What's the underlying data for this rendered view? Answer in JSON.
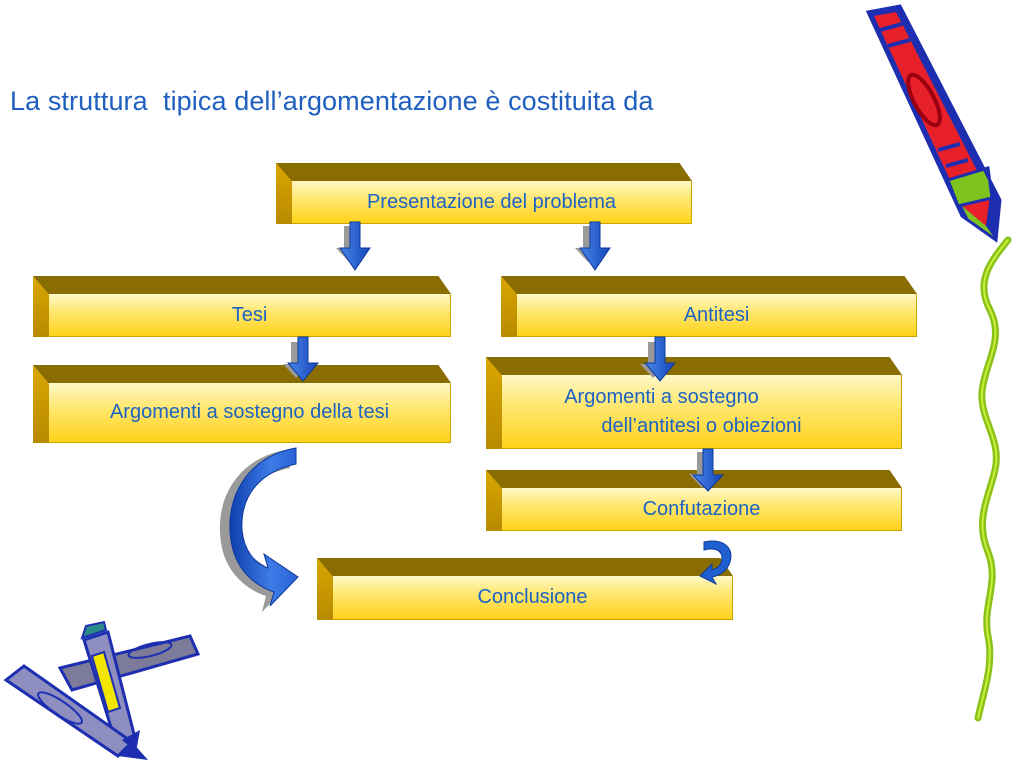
{
  "title": "La struttura  tipica dell’argomentazione è costituita da",
  "boxes": {
    "presentazione": "Presentazione del problema",
    "tesi": "Tesi",
    "antitesi": "Antitesi",
    "argomenti_tesi": "Argomenti a sostegno della tesi",
    "argomenti_antitesi_line1": "Argomenti a sostegno",
    "argomenti_antitesi_line2": "dell’antitesi o obiezioni",
    "confutazione": "Confutazione",
    "conclusione": "Conclusione"
  },
  "colors": {
    "text": "#1c63c4",
    "box_face": "#ffe05a",
    "box_top": "#8a6d00",
    "arrow": "#1f5fd0"
  },
  "icons": [
    "crayon-icon",
    "wavy-line-icon",
    "pens-icon",
    "down-arrow-icon",
    "curved-arrow-icon"
  ]
}
